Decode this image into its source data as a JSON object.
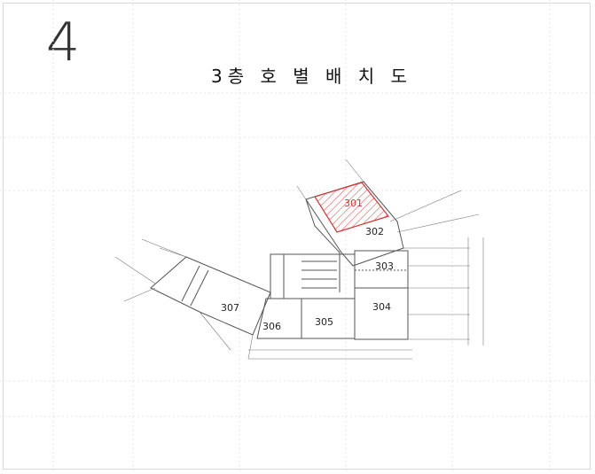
{
  "page": {
    "number": "4",
    "title": "3층 호 별 배 치 도"
  },
  "plan": {
    "units": [
      {
        "id": "301",
        "label": "301",
        "highlighted": true
      },
      {
        "id": "302",
        "label": "302",
        "highlighted": false
      },
      {
        "id": "303",
        "label": "303",
        "highlighted": false
      },
      {
        "id": "304",
        "label": "304",
        "highlighted": false
      },
      {
        "id": "305",
        "label": "305",
        "highlighted": false
      },
      {
        "id": "306",
        "label": "306",
        "highlighted": false
      },
      {
        "id": "307",
        "label": "307",
        "highlighted": false
      }
    ],
    "colors": {
      "highlight": "#e03030",
      "line": "#555555",
      "grid": "#e6e6e6"
    }
  }
}
